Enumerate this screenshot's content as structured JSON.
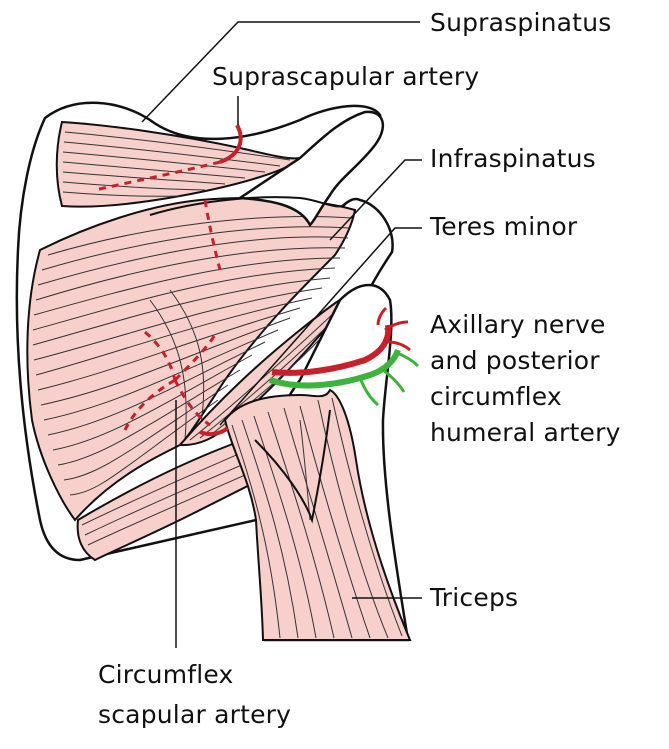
{
  "labels": {
    "supraspinatus": "Supraspinatus",
    "suprascapular_artery": "Suprascapular artery",
    "infraspinatus": "Infraspinatus",
    "teres_minor": "Teres minor",
    "axillary_line1": "Axillary nerve",
    "axillary_line2": "and posterior",
    "axillary_line3": "circumflex",
    "axillary_line4": "humeral artery",
    "triceps": "Triceps",
    "circumflex_line1": "Circumflex",
    "circumflex_line2": "scapular artery"
  },
  "colors": {
    "muscle": "#f7cfcb",
    "bone": "#ffffff",
    "outline": "#111111",
    "artery": "#c8202a",
    "nerve": "#3cb43c"
  }
}
